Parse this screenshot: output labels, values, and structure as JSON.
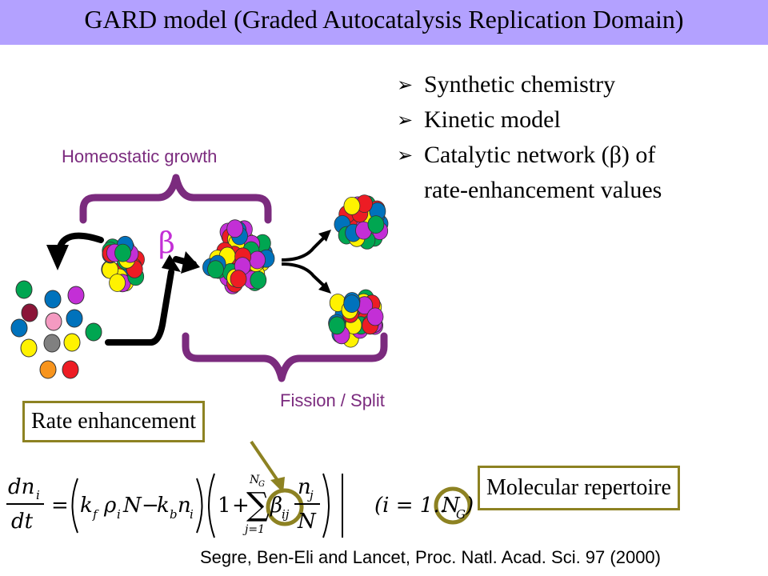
{
  "title": "GARD model (Graded Autocatalysis Replication Domain)",
  "bullets": [
    {
      "line1": "Synthetic chemistry"
    },
    {
      "line1": "Kinetic model"
    },
    {
      "line1": "Catalytic network (β) of",
      "line2": "rate-enhancement values"
    }
  ],
  "bullet_marker": "➢",
  "labels": {
    "homeostatic_growth": "Homeostatic growth",
    "beta_symbol": "β",
    "fission_split": "Fission / Split",
    "rate_enhancement": "Rate enhancement",
    "molecular_repertoire": "Molecular repertoire"
  },
  "equation": {
    "lhs_num": "dn",
    "lhs_den": "dt",
    "i": "i",
    "kf": "k",
    "f": "f",
    "rho": "ρ",
    "N": "N",
    "kb": "k",
    "b": "b",
    "one": "1",
    "plus": "+",
    "sigma": "∑",
    "sum_top": "N",
    "sum_top_sub": "G",
    "sum_bottom": "j=1",
    "beta": "β",
    "ij": "ij",
    "nj": "n",
    "j": "j",
    "range_open": "(i = 1..",
    "NG": "N",
    "G": "G",
    "range_close": ")"
  },
  "citation": "Segre, Ben-Eli and Lancet, Proc. Natl. Acad. Sci. 97 (2000)",
  "colors": {
    "title_bg": "#b3a1ff",
    "brace": "#7b2b7e",
    "box_border": "#8d8222",
    "molecules": [
      "#00a651",
      "#ed1c24",
      "#fff200",
      "#0072bc",
      "#c32fd6"
    ]
  }
}
